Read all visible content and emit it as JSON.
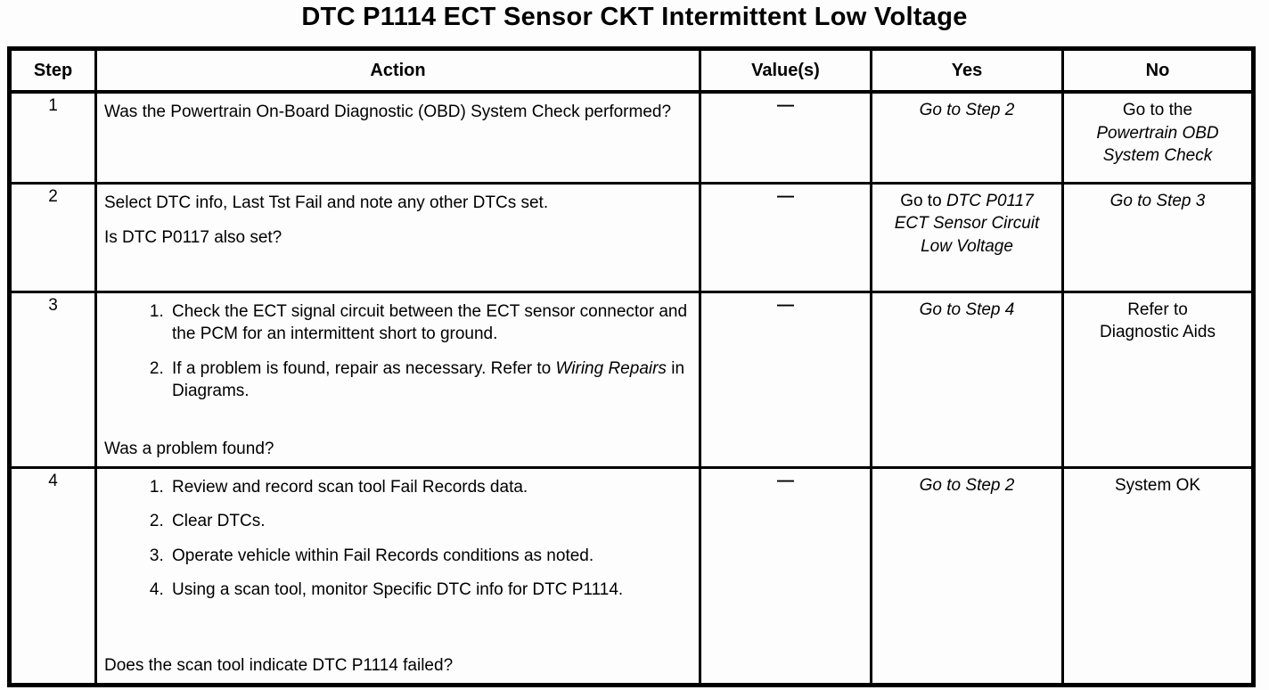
{
  "title": "DTC P1114 ECT Sensor CKT Intermittent Low Voltage",
  "table": {
    "headers": {
      "step": "Step",
      "action": "Action",
      "values": "Value(s)",
      "yes": "Yes",
      "no": "No"
    },
    "rows": [
      {
        "step": "1",
        "action": {
          "paragraphs": [
            "Was the Powertrain On-Board Diagnostic (OBD) System Check performed?"
          ]
        },
        "value": "—",
        "yes": {
          "italic": "Go to Step 2"
        },
        "no": {
          "prefix": "Go to the",
          "italic": "Powertrain OBD System Check"
        }
      },
      {
        "step": "2",
        "action": {
          "paragraphs": [
            "Select DTC info, Last Tst Fail and note any other DTCs set.",
            "Is DTC P0117 also set?"
          ]
        },
        "value": "—",
        "yes": {
          "prefix": "Go to ",
          "italic": "DTC P0117 ECT Sensor Circuit Low Voltage"
        },
        "no": {
          "italic": "Go to Step 3"
        }
      },
      {
        "step": "3",
        "action": {
          "list": [
            {
              "text": "Check the ECT signal circuit between the ECT sensor connector and the PCM for an intermittent short to ground."
            },
            {
              "text": "If a problem is found, repair as necessary. Refer to ",
              "italic": "Wiring Repairs",
              "text2": " in Diagrams."
            }
          ],
          "question": "Was a problem found?"
        },
        "value": "—",
        "yes": {
          "italic": "Go to Step 4"
        },
        "no": {
          "plain": "Refer to Diagnostic Aids"
        }
      },
      {
        "step": "4",
        "action": {
          "list": [
            {
              "text": "Review and record scan tool Fail Records data."
            },
            {
              "text": "Clear DTCs."
            },
            {
              "text": "Operate vehicle within Fail Records conditions as noted."
            },
            {
              "text": "Using a scan tool, monitor Specific DTC info for DTC P1114."
            }
          ],
          "question": "Does the scan tool indicate DTC P1114 failed?"
        },
        "value": "—",
        "yes": {
          "italic": "Go to Step 2"
        },
        "no": {
          "plain": "System OK"
        }
      }
    ]
  }
}
